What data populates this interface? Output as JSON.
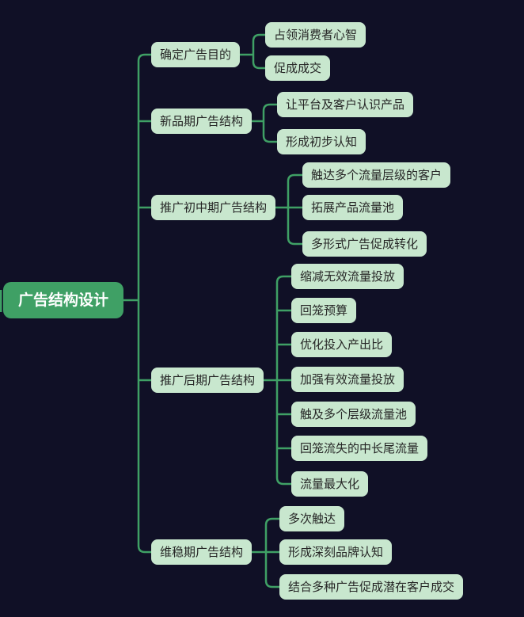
{
  "colors": {
    "background": "#101026",
    "root_fill": "#3fa065",
    "root_text": "#ffffff",
    "node_fill": "#c8e7ce",
    "node_text": "#262626",
    "connector": "#3fa065"
  },
  "root": {
    "label": "广告结构设计"
  },
  "branches": [
    {
      "label": "确定广告目的",
      "children": [
        {
          "label": "占领消费者心智"
        },
        {
          "label": "促成成交"
        }
      ]
    },
    {
      "label": "新品期广告结构",
      "children": [
        {
          "label": "让平台及客户认识产品"
        },
        {
          "label": "形成初步认知"
        }
      ]
    },
    {
      "label": "推广初中期广告结构",
      "children": [
        {
          "label": "触达多个流量层级的客户"
        },
        {
          "label": "拓展产品流量池"
        },
        {
          "label": "多形式广告促成转化"
        }
      ]
    },
    {
      "label": "推广后期广告结构",
      "children": [
        {
          "label": "缩减无效流量投放"
        },
        {
          "label": "回笼预算"
        },
        {
          "label": "优化投入产出比"
        },
        {
          "label": "加强有效流量投放"
        },
        {
          "label": "触及多个层级流量池"
        },
        {
          "label": "回笼流失的中长尾流量"
        },
        {
          "label": "流量最大化"
        }
      ]
    },
    {
      "label": "维稳期广告结构",
      "children": [
        {
          "label": "多次触达"
        },
        {
          "label": "形成深刻品牌认知"
        },
        {
          "label": "结合多种广告促成潜在客户成交"
        }
      ]
    }
  ]
}
